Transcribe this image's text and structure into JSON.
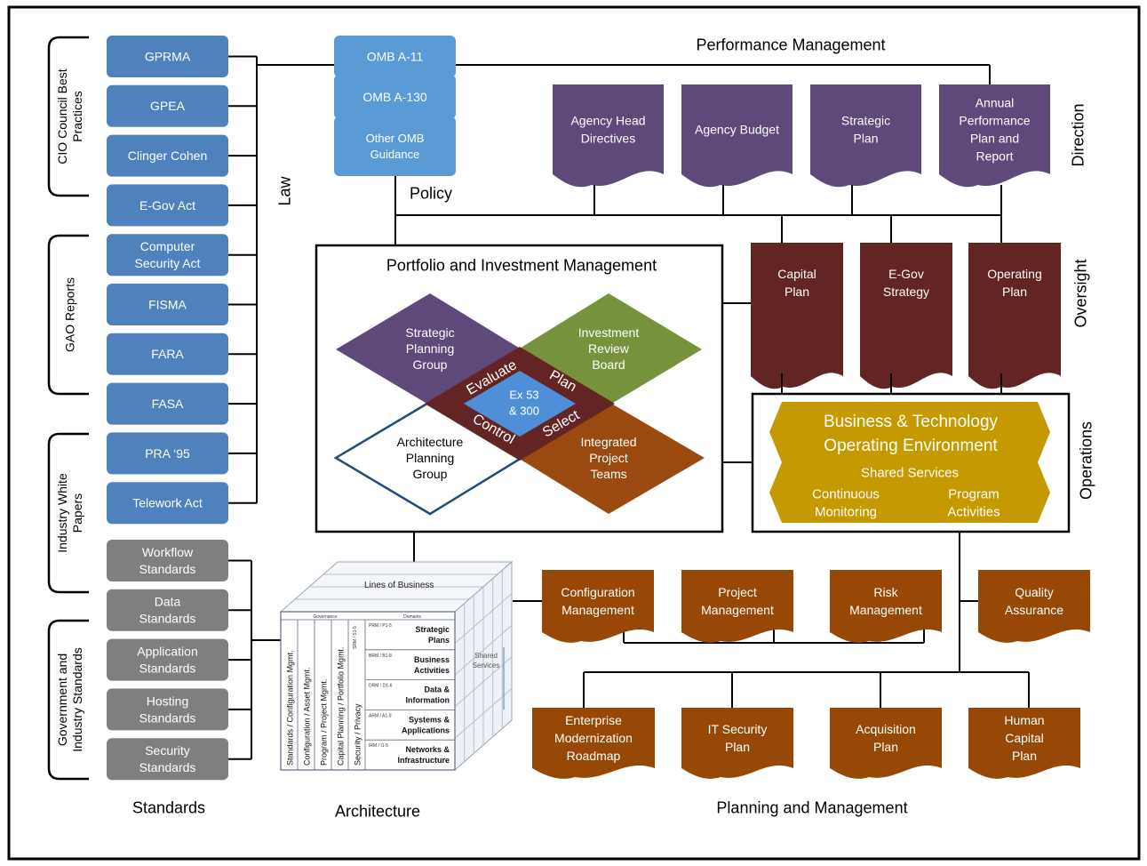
{
  "groups": {
    "cio": "CIO Council Best Practices",
    "gao": "GAO Reports",
    "whitepapers": "Industry White Papers",
    "govstd": "Government and Industry Standards"
  },
  "laws": [
    "GPRMA",
    "GPEA",
    "Clinger Cohen",
    "E-Gov Act",
    "Computer Security Act",
    "FISMA",
    "FARA",
    "FASA",
    "PRA ‘95",
    "Telework Act"
  ],
  "standards_items": [
    "Workflow Standards",
    "Data Standards",
    "Application Standards",
    "Hosting Standards",
    "Security Standards"
  ],
  "policy_items": [
    "OMB A-11",
    "OMB A-130",
    "Other OMB Guidance"
  ],
  "labels": {
    "law": "Law",
    "policy": "Policy",
    "perf": "Performance Management",
    "direction": "Direction",
    "oversight": "Oversight",
    "operations": "Operations",
    "standards": "Standards",
    "architecture": "Architecture",
    "planning": "Planning and Management"
  },
  "direction_docs": [
    "Agency Head Directives",
    "Agency Budget",
    "Strategic Plan",
    "Annual Performance Plan and Report"
  ],
  "oversight_docs": [
    "Capital Plan",
    "E-Gov Strategy",
    "Operating Plan"
  ],
  "portfolio": {
    "title": "Portfolio and Investment Management",
    "strategic": "Strategic Planning Group",
    "investment": "Investment Review Board",
    "architecture": "Architecture Planning Group",
    "integrated": "Integrated Project Teams",
    "center": "Ex 53 & 300",
    "evaluate": "Evaluate",
    "plan": "Plan",
    "control": "Control",
    "select": "Select"
  },
  "operations_box": {
    "title": "Business & Technology Operating Environment",
    "shared": "Shared Services",
    "continuous": "Continuous Monitoring",
    "program": "Program Activities"
  },
  "planning_top": [
    "Configuration Management",
    "Project Management",
    "Risk Management",
    "Quality Assurance"
  ],
  "planning_bottom": [
    "Enterprise Modernization Roadmap",
    "IT Security Plan",
    "Acquisition Plan",
    "Human Capital Plan"
  ],
  "cube": {
    "lines": "Lines of Business",
    "governance": "Governance",
    "domains": "Domains",
    "cols": [
      "Standards / Configuration Mgmt.",
      "Configuration / Asset Mgmt.",
      "Program / Project Mgmt.",
      "Capital Planning / Portfolio Mgmt.",
      "Security / Privacy"
    ],
    "srm": "SRM / S1-5",
    "shared": "Shared Services",
    "rows": [
      {
        "code": "PRM / P1-5",
        "name": "Strategic Plans"
      },
      {
        "code": "BRM / B1-8",
        "name": "Business Activities"
      },
      {
        "code": "DRM / D1-6",
        "name": "Data & Information"
      },
      {
        "code": "ARM / A1-9",
        "name": "Systems & Applications"
      },
      {
        "code": "IRM / I1-5",
        "name": "Networks & Infrastructure"
      }
    ]
  },
  "colors": {
    "blue": "#4f81bd",
    "policyBlue": "#5b9bd5",
    "gray": "#7f7f7f",
    "purple": "#5f497a",
    "maroon": "#632523",
    "orange": "#984806",
    "gold": "#c49a00",
    "green": "#76923c",
    "rust": "#9a4a10",
    "centerBlue": "#4f8fd8"
  }
}
